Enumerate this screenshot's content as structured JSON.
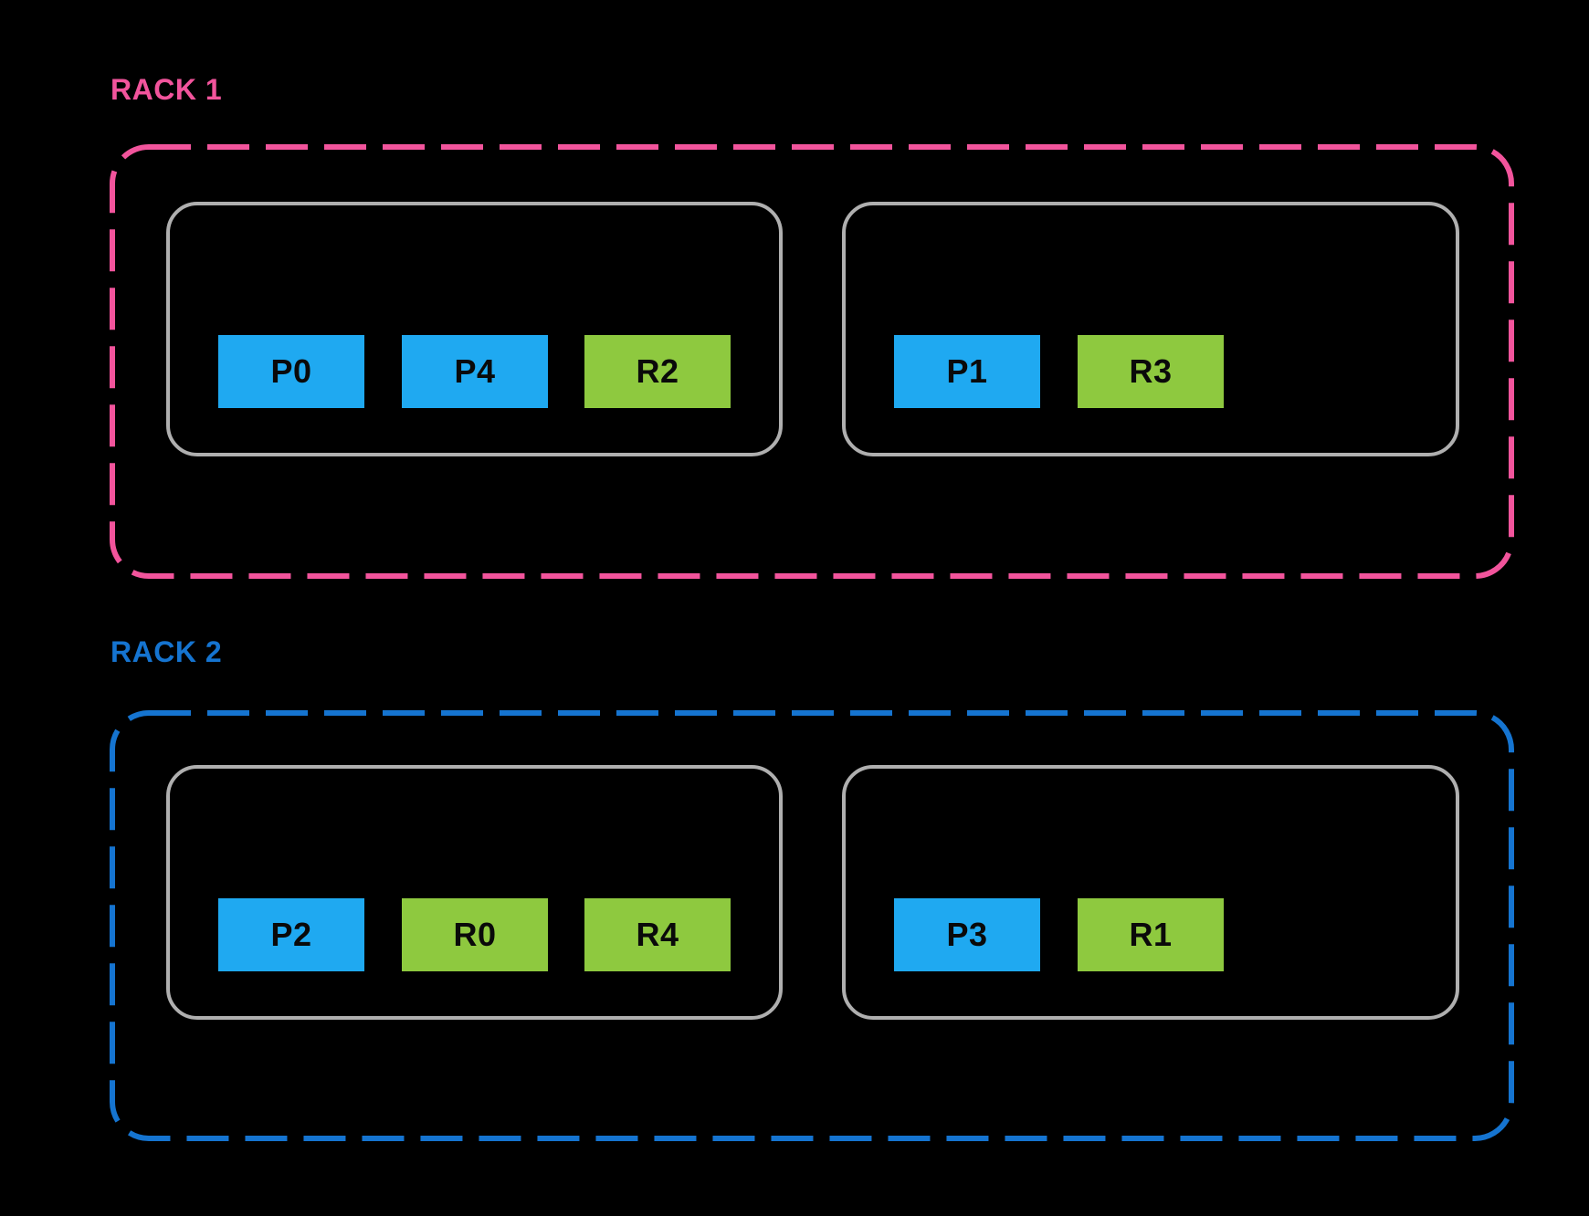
{
  "diagram": {
    "description_visible_text_only": ""
  },
  "colors": {
    "background": "#000000",
    "rack1_accent": "#F2549C",
    "rack2_accent": "#1574D0",
    "server_border": "#AFAFAF",
    "p_block_fill": "#1FA9F1",
    "r_block_fill": "#8EC93F",
    "block_text": "#0A0A0A"
  },
  "racks": [
    {
      "label": "RACK 1",
      "servers": [
        {
          "blocks": [
            {
              "label": "P0",
              "type": "P"
            },
            {
              "label": "P4",
              "type": "P"
            },
            {
              "label": "R2",
              "type": "R"
            }
          ]
        },
        {
          "blocks": [
            {
              "label": "P1",
              "type": "P"
            },
            {
              "label": "R3",
              "type": "R"
            }
          ]
        }
      ]
    },
    {
      "label": "RACK 2",
      "servers": [
        {
          "blocks": [
            {
              "label": "P2",
              "type": "P"
            },
            {
              "label": "R0",
              "type": "R"
            },
            {
              "label": "R4",
              "type": "R"
            }
          ]
        },
        {
          "blocks": [
            {
              "label": "P3",
              "type": "P"
            },
            {
              "label": "R1",
              "type": "R"
            }
          ]
        }
      ]
    }
  ]
}
